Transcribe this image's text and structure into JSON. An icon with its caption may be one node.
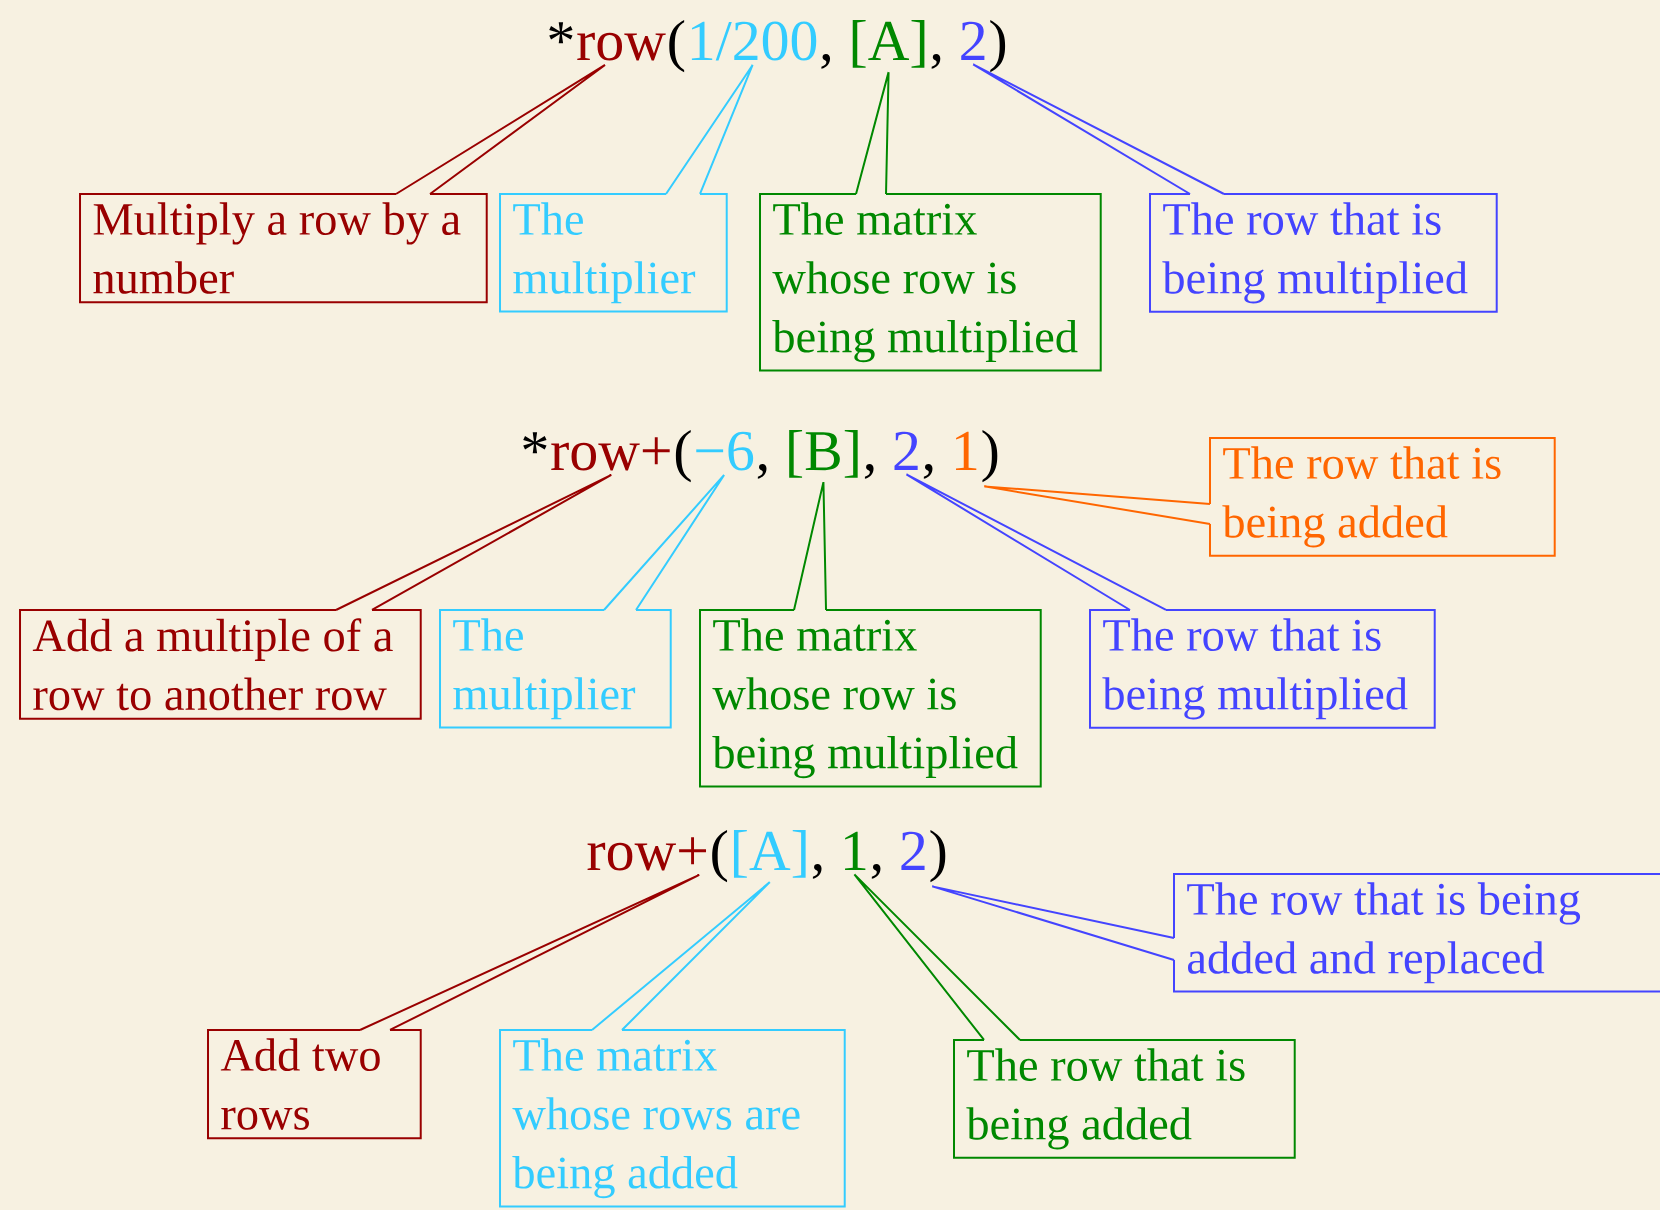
{
  "diagram": {
    "nodes": [
      {
        "text": [
          "row"
        ]
      },
      {
        "text": [
          "1/200"
        ]
      },
      {
        "text": [
          "[A]"
        ]
      },
      {
        "text": [
          "2"
        ]
      },
      {
        "text": [
          "Multiply a row by a number"
        ]
      },
      {
        "text": [
          "The multiplier"
        ]
      },
      {
        "text": [
          "The matrix whose row is being multiplied"
        ]
      },
      {
        "text": [
          "The row that is being multiplied"
        ]
      },
      {
        "text": [
          "row+"
        ]
      },
      {
        "text": [
          "−6"
        ]
      },
      {
        "text": [
          "[B]"
        ]
      },
      {
        "text": [
          "2"
        ]
      },
      {
        "text": [
          "1"
        ]
      },
      {
        "text": [
          "The row that is being added"
        ]
      },
      {
        "text": [
          "Add a multiple of a row to another row"
        ]
      },
      {
        "text": [
          "The multiplier"
        ]
      },
      {
        "text": [
          "The matrix whose row is being multiplied"
        ]
      },
      {
        "text": [
          "The row that is being multiplied"
        ]
      },
      {
        "text": [
          "row+"
        ]
      },
      {
        "text": [
          "[A]"
        ]
      },
      {
        "text": [
          "1"
        ]
      },
      {
        "text": [
          "2"
        ]
      },
      {
        "text": [
          "The row that is being added and replaced"
        ]
      },
      {
        "text": [
          "Add two rows"
        ]
      },
      {
        "text": [
          "The matrix whose rows are being added"
        ]
      },
      {
        "text": [
          "The row that is being added"
        ]
      }
    ],
    "edges": [
      {
        "from": 4,
        "to": 0,
        "arrow": "none",
        "color": "#990000"
      },
      {
        "from": 5,
        "to": 1,
        "arrow": "none",
        "color": "#33ccff"
      },
      {
        "from": 6,
        "to": 2,
        "arrow": "none",
        "color": "#008800"
      },
      {
        "from": 7,
        "to": 3,
        "arrow": "none",
        "color": "#4444ff"
      },
      {
        "from": 13,
        "to": 12,
        "arrow": "none",
        "color": "#ff6600"
      },
      {
        "from": 14,
        "to": 8,
        "arrow": "none",
        "color": "#990000"
      },
      {
        "from": 15,
        "to": 9,
        "arrow": "none",
        "color": "#33ccff"
      },
      {
        "from": 16,
        "to": 10,
        "arrow": "none",
        "color": "#008800"
      },
      {
        "from": 17,
        "to": 11,
        "arrow": "none",
        "color": "#4444ff"
      },
      {
        "from": 22,
        "to": 21,
        "arrow": "none",
        "color": "#4444ff"
      },
      {
        "from": 23,
        "to": 18,
        "arrow": "none",
        "color": "#990000"
      },
      {
        "from": 24,
        "to": 19,
        "arrow": "none",
        "color": "#33ccff"
      },
      {
        "from": 25,
        "to": 20,
        "arrow": "none",
        "color": "#008800"
      }
    ],
    "labels": [
      "*",
      "(",
      ",",
      ",",
      ")",
      "*",
      "(",
      ",",
      ",",
      ",",
      ")",
      "(",
      ",",
      ",",
      ")"
    ]
  }
}
